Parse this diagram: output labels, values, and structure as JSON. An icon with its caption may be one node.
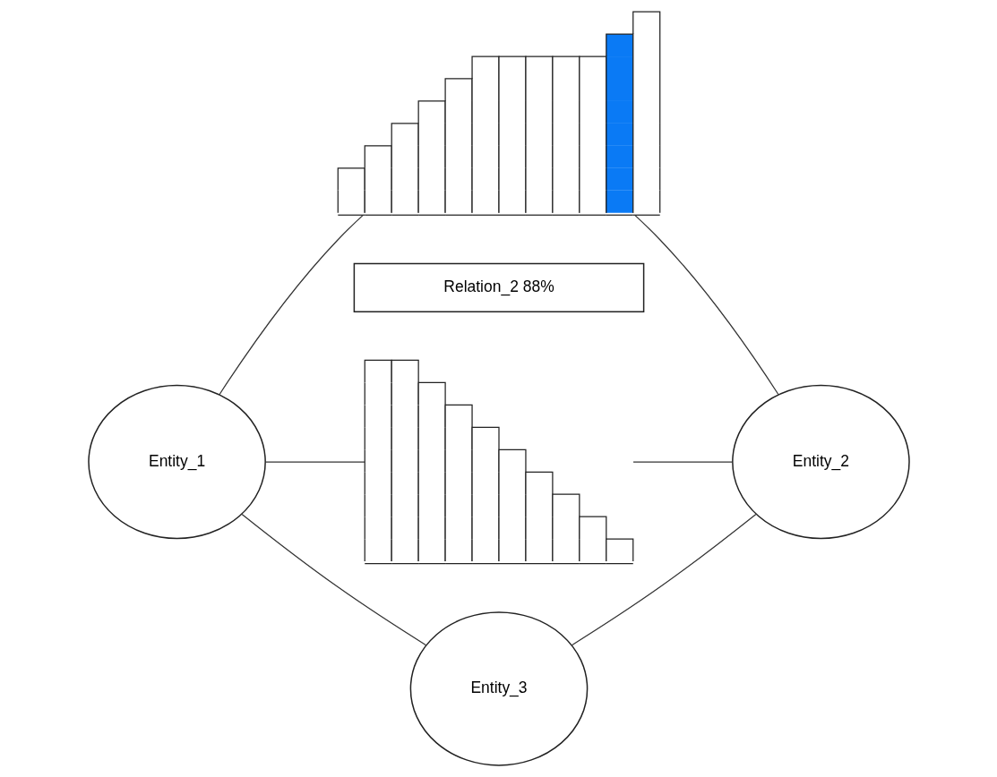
{
  "diagram": {
    "nodes": [
      {
        "text": [],
        "shape": "bar"
      },
      {
        "text": [
          "Relation_2 88%"
        ]
      },
      {
        "text": [
          "Entity_1"
        ]
      },
      {
        "text": [],
        "shape": "bar"
      },
      {
        "text": [
          "Entity_2"
        ]
      },
      {
        "text": [
          "Entity_3"
        ]
      }
    ],
    "edges": [
      {
        "from": 2,
        "to": 0,
        "arrow": "none"
      },
      {
        "from": 0,
        "to": 4,
        "arrow": "none"
      },
      {
        "from": 2,
        "to": 3,
        "arrow": "none"
      },
      {
        "from": 3,
        "to": 4,
        "arrow": "none"
      },
      {
        "from": 2,
        "to": 5,
        "arrow": "none"
      },
      {
        "from": 5,
        "to": 4,
        "arrow": "none"
      }
    ]
  }
}
